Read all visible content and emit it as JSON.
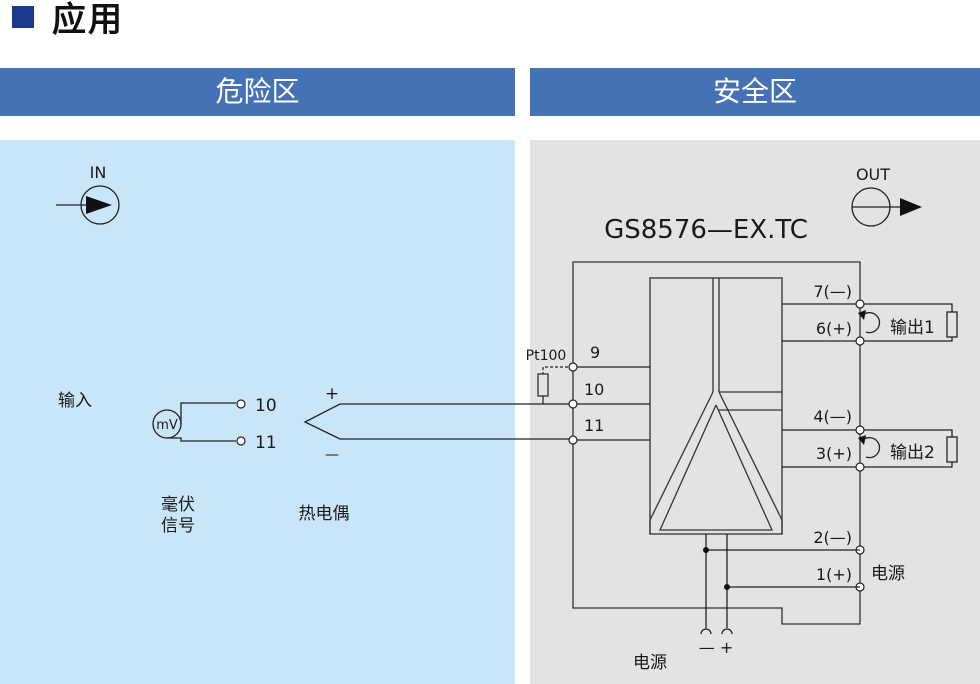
{
  "title": "应用",
  "zones": {
    "danger": "危险区",
    "safe": "安全区"
  },
  "in_label": "IN",
  "out_label": "OUT",
  "model": "GS8576—EX.TC",
  "input_label": "输入",
  "mv_label": "mV",
  "mv_signal": [
    "毫伏",
    "信号"
  ],
  "thermocouple": "热电偶",
  "tc_plus": "+",
  "tc_minus": "—",
  "pt100": "Pt100",
  "left_terminals": [
    "10",
    "11"
  ],
  "right_terminals": [
    "9",
    "10",
    "11"
  ],
  "out_terminals": [
    "7(—)",
    "6(+)",
    "4(—)",
    "3(+)",
    "2(—)",
    "1(+)"
  ],
  "output1": "输出1",
  "output2": "输出2",
  "power_right": "电源",
  "power_bottom": "电源",
  "power_bottom_signs": "— +"
}
